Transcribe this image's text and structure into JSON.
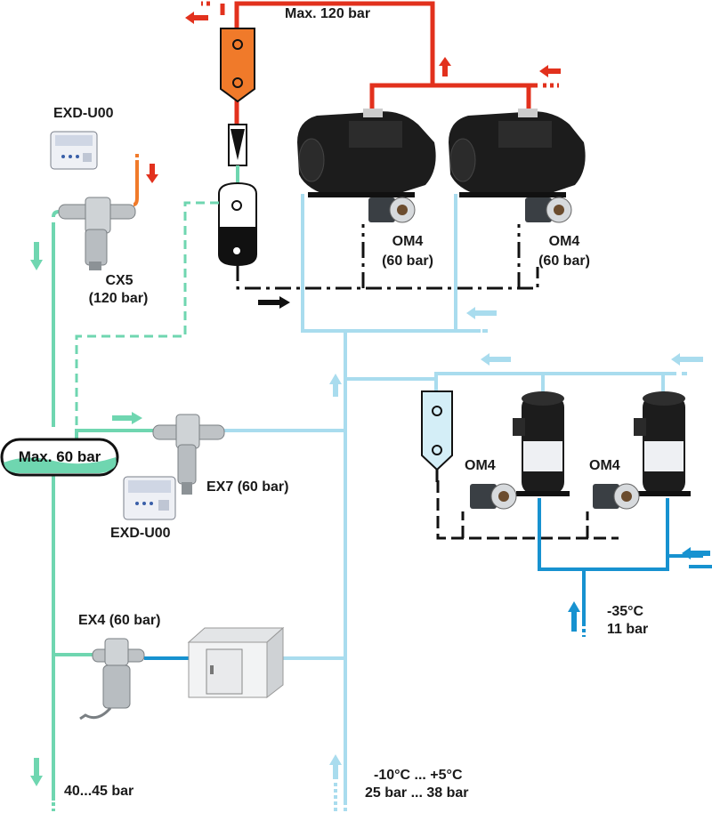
{
  "labels": {
    "max_pressure_top": "Max. 120 bar",
    "exd_top": "EXD-U00",
    "cx5_name": "CX5",
    "cx5_pressure": "(120 bar)",
    "om4_a_name": "OM4",
    "om4_a_pressure": "(60 bar)",
    "om4_b_name": "OM4",
    "om4_b_pressure": "(60 bar)",
    "receiver": "Max. 60 bar",
    "ex7": "EX7 (60 bar)",
    "exd_mid": "EXD-U00",
    "om4_c": "OM4",
    "om4_d": "OM4",
    "ex4": "EX4 (60 bar)",
    "lt_temp": "-35°C",
    "lt_pressure": "11 bar",
    "mt_temp": "-10°C ... +5°C",
    "mt_pressure": "25 bar ... 38 bar",
    "liquid_pressure": "40...45 bar"
  },
  "colors": {
    "high_pressure": "#e2311d",
    "discharge_orange": "#f07a2a",
    "liquid": "#6fd6b0",
    "suction_mt": "#a9dcee",
    "suction_lt": "#1792d0",
    "oil_line": "#111111",
    "compressor_body": "#1c1c1c"
  },
  "icons": [
    "expansion-valve-icon",
    "controller-module-icon",
    "oil-separator-icon",
    "check-valve-icon",
    "oil-reservoir-icon",
    "semi-hermetic-compressor-icon",
    "scroll-compressor-icon",
    "oil-level-management-icon",
    "cold-room-icon",
    "flow-arrow-icon"
  ]
}
